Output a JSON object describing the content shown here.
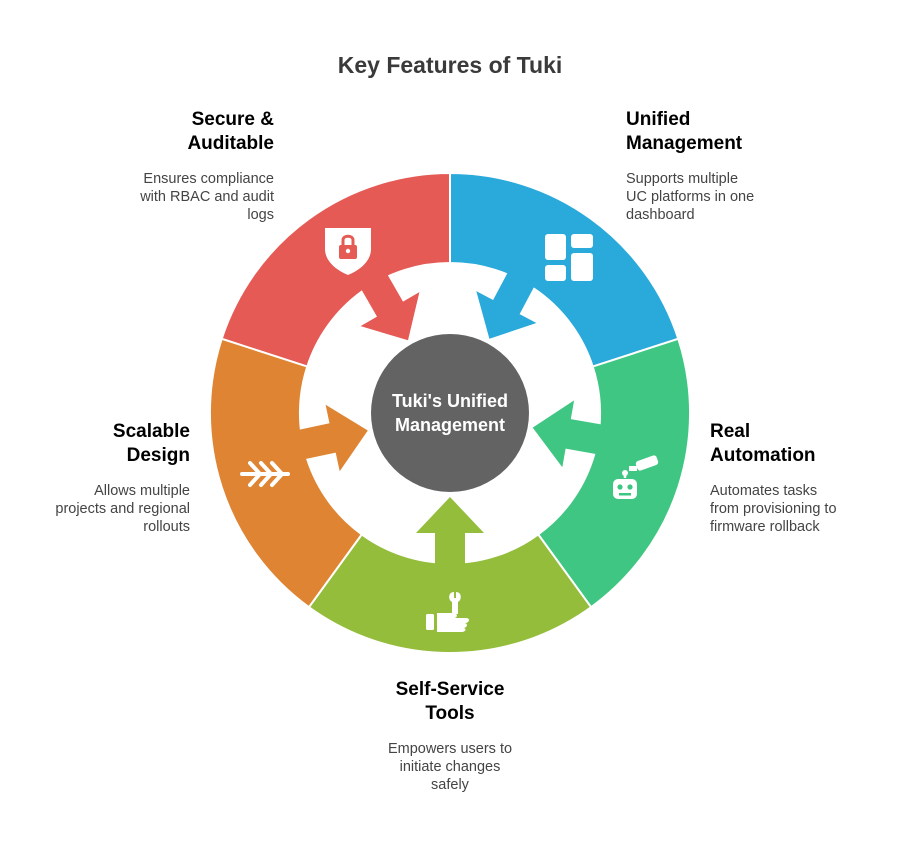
{
  "title": "Key Features of Tuki",
  "center": {
    "line1": "Tuki's Unified",
    "line2": "Management"
  },
  "features": {
    "secure": {
      "title": "Secure &\nAuditable",
      "description": "Ensures compliance\nwith RBAC and audit\nlogs",
      "color": "#e55a55",
      "icon": "lock-shield-icon"
    },
    "unified": {
      "title": "Unified\nManagement",
      "description": "Supports multiple\nUC platforms in one\ndashboard",
      "color": "#2aa9db",
      "icon": "dashboard-icon"
    },
    "automation": {
      "title": "Real\nAutomation",
      "description": "Automates tasks\nfrom provisioning to\nfirmware rollback",
      "color": "#3fc683",
      "icon": "robot-camera-icon"
    },
    "selfservice": {
      "title": "Self-Service\nTools",
      "description": "Empowers users to\ninitiate changes\nsafely",
      "color": "#93bd3a",
      "icon": "hand-wrench-icon"
    },
    "scalable": {
      "title": "Scalable\nDesign",
      "description": "Allows multiple\nprojects and regional\nrollouts",
      "color": "#de8432",
      "icon": "arrow-fletching-icon"
    }
  },
  "center_color": "#636363"
}
